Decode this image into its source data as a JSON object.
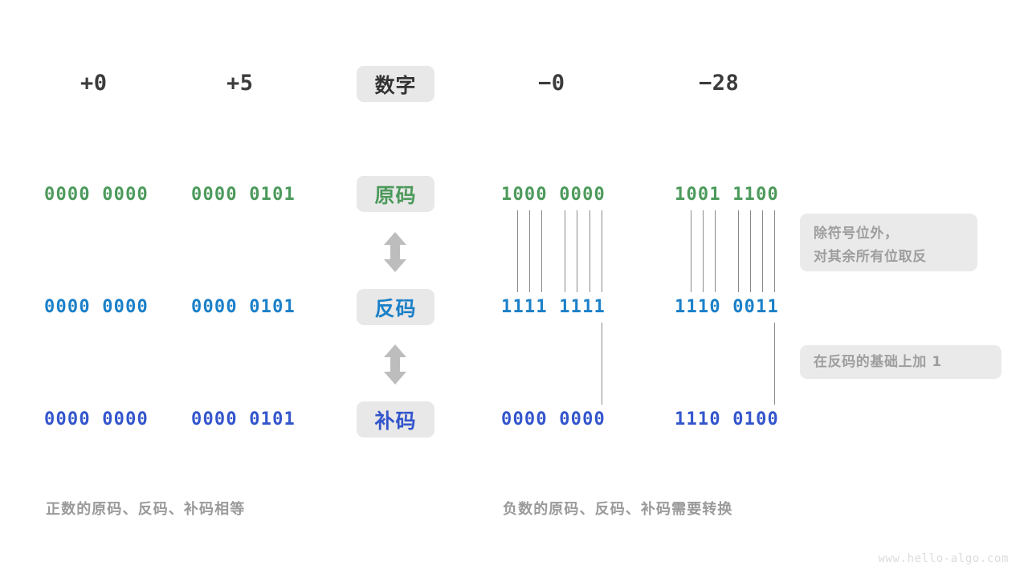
{
  "colors": {
    "sign_magnitude": "#4c9a5b",
    "ones_complement": "#1b80c8",
    "twos_complement": "#3355cc",
    "badge_bg": "#e8e8e8",
    "note_bg": "#eaeaea",
    "note_text": "#9e9e9e",
    "caption_text": "#9a9a9a",
    "connector": "#8a8a8a",
    "arrow": "#bdbdbd",
    "number_text": "#3b3b3b",
    "watermark": "#dcdcdc"
  },
  "row_labels": {
    "number": "数字",
    "sign_magnitude": "原码",
    "ones_complement": "反码",
    "twos_complement": "补码"
  },
  "columns": [
    {
      "id": "plus-zero",
      "number": "+0",
      "sign_magnitude": "0000 0000",
      "ones_complement": "0000 0000",
      "twos_complement": "0000 0000"
    },
    {
      "id": "plus-five",
      "number": "+5",
      "sign_magnitude": "0000 0101",
      "ones_complement": "0000 0101",
      "twos_complement": "0000 0101"
    },
    {
      "id": "minus-zero",
      "number": "−0",
      "sign_magnitude": "1000 0000",
      "ones_complement": "1111 1111",
      "twos_complement": "0000 0000"
    },
    {
      "id": "minus-twentyeight",
      "number": "−28",
      "sign_magnitude": "1001 1100",
      "ones_complement": "1110 0011",
      "twos_complement": "1110 0100"
    }
  ],
  "notes": {
    "invert_line1": "除符号位外，",
    "invert_line2": "对其余所有位取反",
    "add_one": "在反码的基础上加 1"
  },
  "captions": {
    "positive": "正数的原码、反码、补码相等",
    "negative": "负数的原码、反码、补码需要转换"
  },
  "watermark": "www.hello-algo.com"
}
